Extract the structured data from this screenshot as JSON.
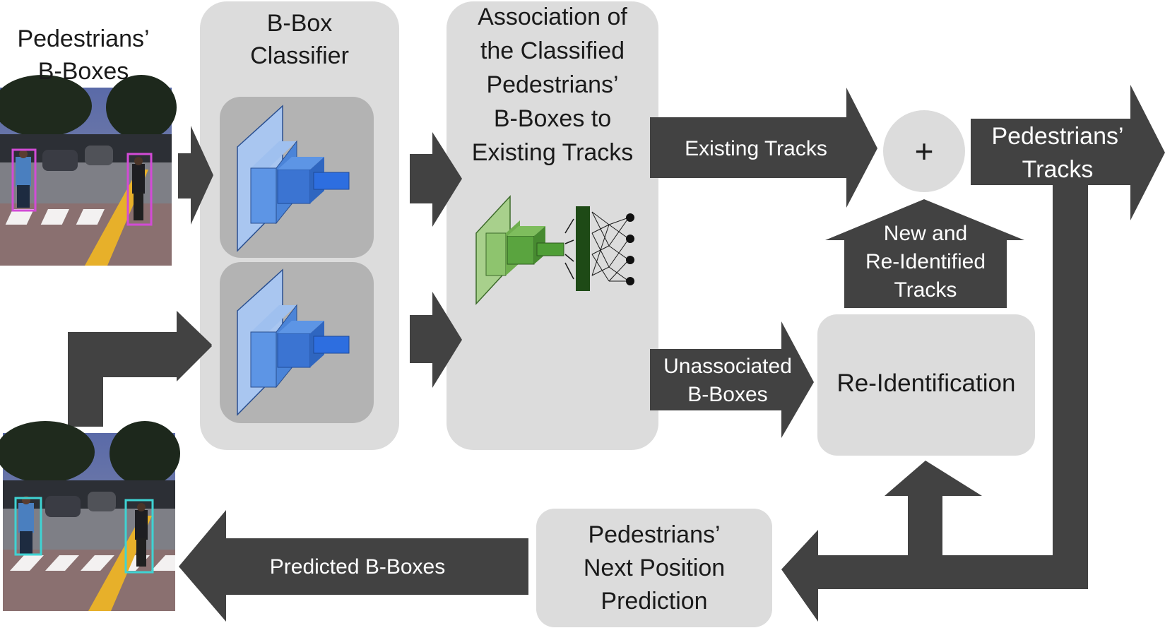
{
  "input_label": [
    "Pedestrians’",
    "B-Boxes"
  ],
  "classifier_title": [
    "B-Box",
    "Classifier"
  ],
  "association_title": [
    "Association of",
    "the Classified",
    "Pedestrians’",
    "B-Boxes to",
    "Existing Tracks"
  ],
  "existing_tracks": "Existing Tracks",
  "plus_symbol": "+",
  "output_label": [
    "Pedestrians’",
    "Tracks"
  ],
  "new_reid_tracks": [
    "New and",
    "Re-Identified",
    "Tracks"
  ],
  "unassociated": [
    "Unassociated",
    "B-Boxes"
  ],
  "reidentification": "Re-Identification",
  "prediction": [
    "Pedestrians’",
    "Next Position",
    "Prediction"
  ],
  "predicted_bboxes": "Predicted B-Boxes",
  "colors": {
    "arrow": "#424242",
    "panel": "#dcdcdc",
    "inner_panel": "#b3b3b3",
    "cnn_blue": "#3f7fe0",
    "cnn_green": "#6fbf4f",
    "input_bbox": "#d24bd6",
    "predicted_bbox": "#3fd3d3"
  }
}
